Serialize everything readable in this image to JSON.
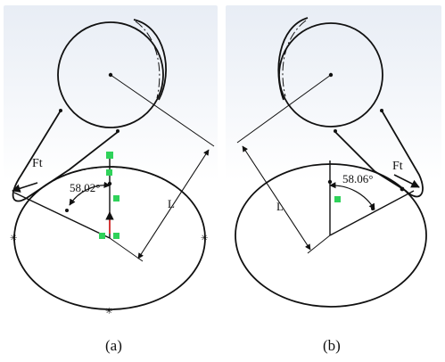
{
  "panels": [
    {
      "id": "a",
      "caption": "(a)",
      "force_label": "Ft",
      "angle_label": "58.02°",
      "dimension_label": "L",
      "constraint_icons": [
        "coincident-icon",
        "vertical-icon",
        "midpoint-icon"
      ]
    },
    {
      "id": "b",
      "caption": "(b)",
      "force_label": "Ft",
      "angle_label": "58.06°",
      "dimension_label": "L",
      "constraint_icons": [
        "vertical-icon"
      ]
    }
  ],
  "colors": {
    "sketch_line": "#111111",
    "constraint_green": "#2fd25a",
    "arrow_red": "#e02020",
    "background_top": "#e8edf5"
  }
}
